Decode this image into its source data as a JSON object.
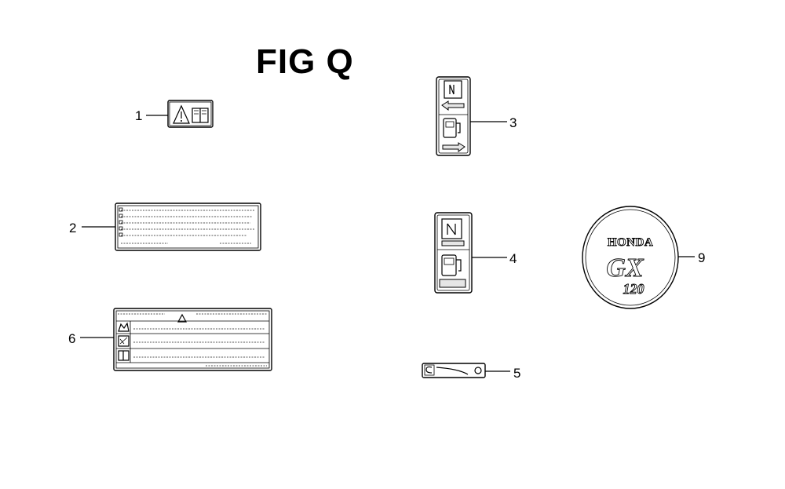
{
  "figure": {
    "title": "FIG Q"
  },
  "callouts": {
    "c1": "1",
    "c2": "2",
    "c3": "3",
    "c4": "4",
    "c5": "5",
    "c6": "6",
    "c9": "9"
  },
  "emblem": {
    "brand": "HONDA",
    "model": "GX",
    "size": "120"
  }
}
